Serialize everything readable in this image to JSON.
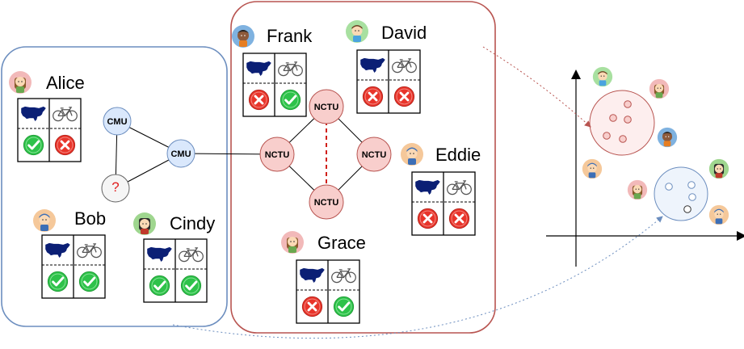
{
  "people": [
    {
      "id": "alice",
      "name": "Alice",
      "likes_usa": true,
      "likes_bike": false
    },
    {
      "id": "bob",
      "name": "Bob",
      "likes_usa": true,
      "likes_bike": true
    },
    {
      "id": "cindy",
      "name": "Cindy",
      "likes_usa": true,
      "likes_bike": true
    },
    {
      "id": "frank",
      "name": "Frank",
      "likes_usa": false,
      "likes_bike": true
    },
    {
      "id": "david",
      "name": "David",
      "likes_usa": false,
      "likes_bike": false
    },
    {
      "id": "eddie",
      "name": "Eddie",
      "likes_usa": false,
      "likes_bike": false
    },
    {
      "id": "grace",
      "name": "Grace",
      "likes_usa": false,
      "likes_bike": true
    }
  ],
  "graph": {
    "nodes": [
      {
        "id": "cmu-top",
        "label": "CMU",
        "school": "cmu"
      },
      {
        "id": "cmu-mid",
        "label": "CMU",
        "school": "cmu"
      },
      {
        "id": "unknown",
        "label": "?",
        "school": "unknown"
      },
      {
        "id": "nctu-top",
        "label": "NCTU",
        "school": "nctu"
      },
      {
        "id": "nctu-left",
        "label": "NCTU",
        "school": "nctu"
      },
      {
        "id": "nctu-right",
        "label": "NCTU",
        "school": "nctu"
      },
      {
        "id": "nctu-bottom",
        "label": "NCTU",
        "school": "nctu"
      }
    ],
    "edges": [
      {
        "from": "cmu-top",
        "to": "cmu-mid",
        "style": "solid"
      },
      {
        "from": "cmu-top",
        "to": "unknown",
        "style": "solid"
      },
      {
        "from": "unknown",
        "to": "cmu-mid",
        "style": "solid"
      },
      {
        "from": "cmu-mid",
        "to": "nctu-left",
        "style": "solid"
      },
      {
        "from": "nctu-left",
        "to": "nctu-top",
        "style": "solid"
      },
      {
        "from": "nctu-top",
        "to": "nctu-right",
        "style": "solid"
      },
      {
        "from": "nctu-right",
        "to": "nctu-bottom",
        "style": "solid"
      },
      {
        "from": "nctu-bottom",
        "to": "nctu-left",
        "style": "solid"
      },
      {
        "from": "nctu-top",
        "to": "nctu-bottom",
        "style": "dashed"
      }
    ]
  },
  "colors": {
    "cmu_fill": "#dae8fc",
    "cmu_stroke": "#6c8ebf",
    "nctu_fill": "#f8cecc",
    "nctu_stroke": "#b85450",
    "unknown_fill": "#f5f5f5",
    "unknown_stroke": "#666666",
    "cmu_group_border": "#6c8ebf",
    "nctu_group_border": "#b85450",
    "check_green": "#2ec24a",
    "cross_red": "#e8352b",
    "map_navy": "#0b1f75"
  },
  "icons": {
    "preference_topic_1": "usa-map-icon",
    "preference_topic_2": "bicycle-icon",
    "like": "check-icon",
    "dislike": "cross-icon",
    "person": "avatar-icon"
  },
  "embedding": {
    "red_cluster_points": 5,
    "blue_cluster_points": 4,
    "blue_cluster_dark_points": 1
  }
}
